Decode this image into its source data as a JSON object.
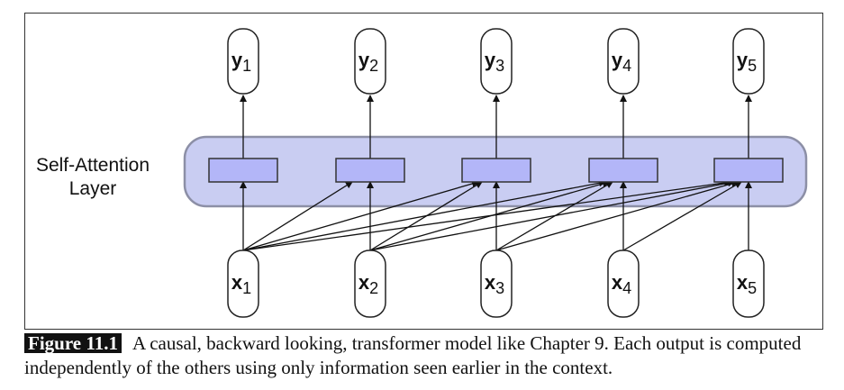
{
  "diagram": {
    "layer_label_line1": "Self-Attention",
    "layer_label_line2": "Layer",
    "outputs": [
      {
        "base": "y",
        "sub": "1"
      },
      {
        "base": "y",
        "sub": "2"
      },
      {
        "base": "y",
        "sub": "3"
      },
      {
        "base": "y",
        "sub": "4"
      },
      {
        "base": "y",
        "sub": "5"
      }
    ],
    "inputs": [
      {
        "base": "x",
        "sub": "1"
      },
      {
        "base": "x",
        "sub": "2"
      },
      {
        "base": "x",
        "sub": "3"
      },
      {
        "base": "x",
        "sub": "4"
      },
      {
        "base": "x",
        "sub": "5"
      }
    ],
    "colors": {
      "layer_fill": "#c9cdf2",
      "layer_stroke": "#8c8fa6",
      "box_fill": "#b3b6f8",
      "box_stroke": "#333333",
      "node_stroke": "#222222",
      "arrow": "#111111"
    },
    "connections": "causal: input i connects to attention unit j for every j >= i"
  },
  "caption": {
    "label": "Figure 11.1",
    "text": "A causal, backward looking, transformer model like Chapter 9. Each output is computed independently of the others using only information seen earlier in the context."
  }
}
